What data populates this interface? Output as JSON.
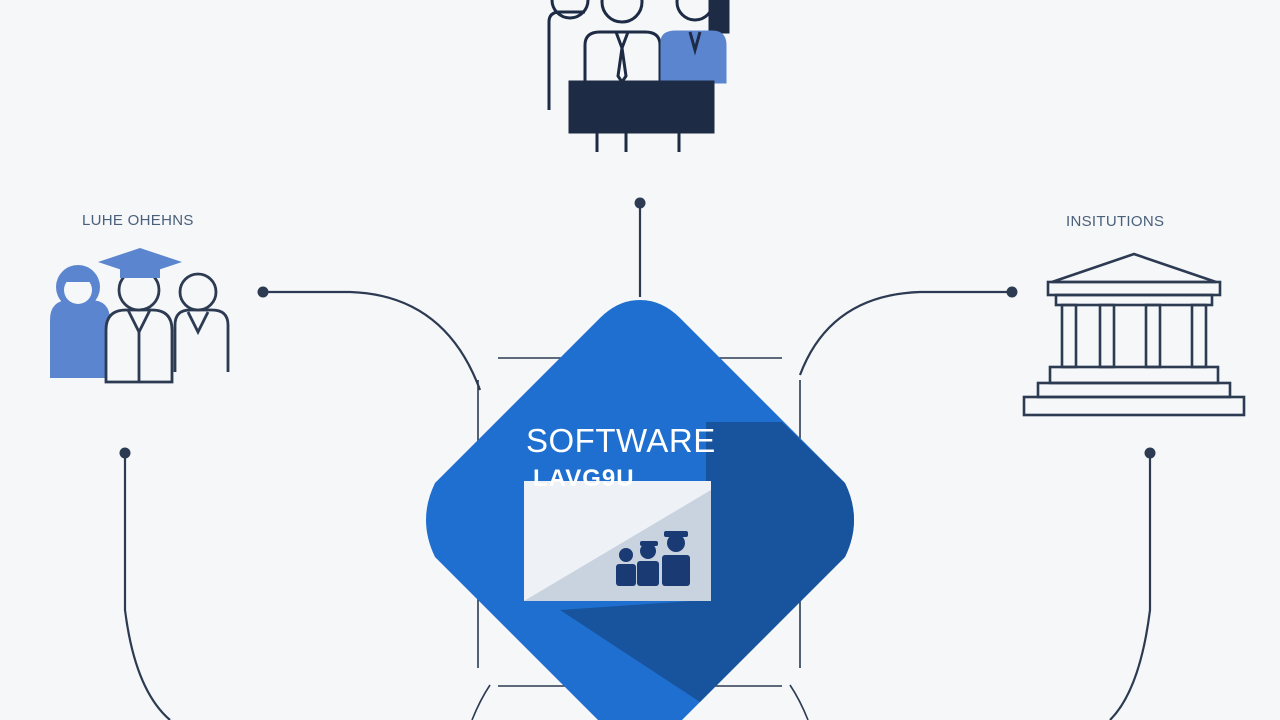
{
  "diagram": {
    "left_node": {
      "label": "LUHE OHEHNS",
      "icon": "people-graduate-icon"
    },
    "right_node": {
      "label": "INSITUTIONS",
      "icon": "building-columns-icon"
    },
    "top_node": {
      "icon": "meeting-people-desk-icon"
    },
    "center_node": {
      "title": "SOFTWARE",
      "subtitle": "LAVG9U",
      "icon": "group-people-card-icon"
    }
  },
  "colors": {
    "background": "#f5f7f9",
    "primary_blue": "#1f6fd0",
    "dark_blue": "#123a6b",
    "navy": "#1d2b44",
    "light_blue": "#5b86cf",
    "line": "#2c3a52"
  }
}
